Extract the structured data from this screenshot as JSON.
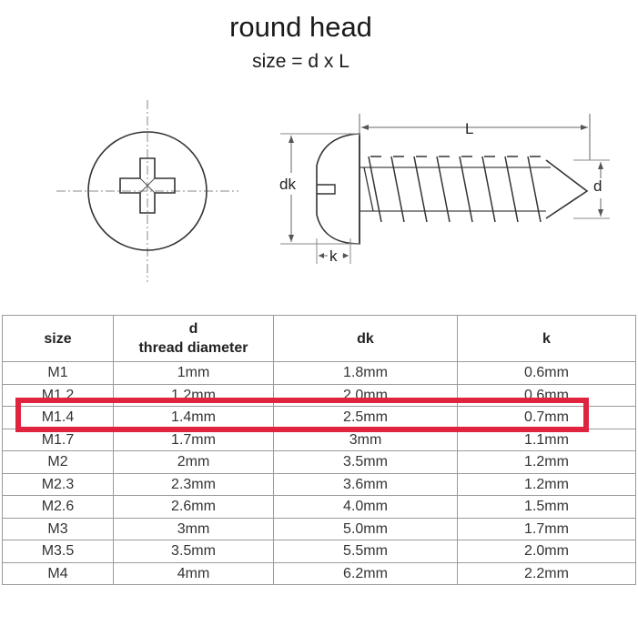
{
  "title": "round head",
  "subtitle": "size = d x L",
  "dimension_labels": {
    "L": "L",
    "dk": "dk",
    "d": "d",
    "k": "k"
  },
  "table": {
    "headers": [
      {
        "line1": "size",
        "line2": ""
      },
      {
        "line1": "d",
        "line2": "thread diameter"
      },
      {
        "line1": "dk",
        "line2": ""
      },
      {
        "line1": "k",
        "line2": ""
      }
    ],
    "rows": [
      [
        "M1",
        "1mm",
        "1.8mm",
        "0.6mm"
      ],
      [
        "M1.2",
        "1.2mm",
        "2.0mm",
        "0.6mm"
      ],
      [
        "M1.4",
        "1.4mm",
        "2.5mm",
        "0.7mm"
      ],
      [
        "M1.7",
        "1.7mm",
        "3mm",
        "1.1mm"
      ],
      [
        "M2",
        "2mm",
        "3.5mm",
        "1.2mm"
      ],
      [
        "M2.3",
        "2.3mm",
        "3.6mm",
        "1.2mm"
      ],
      [
        "M2.6",
        "2.6mm",
        "4.0mm",
        "1.5mm"
      ],
      [
        "M3",
        "3mm",
        "5.0mm",
        "1.7mm"
      ],
      [
        "M3.5",
        "3.5mm",
        "5.5mm",
        "2.0mm"
      ],
      [
        "M4",
        "4mm",
        "6.2mm",
        "2.2mm"
      ]
    ],
    "highlighted_row": "M1.4",
    "highlight_color": "#e0243f"
  }
}
